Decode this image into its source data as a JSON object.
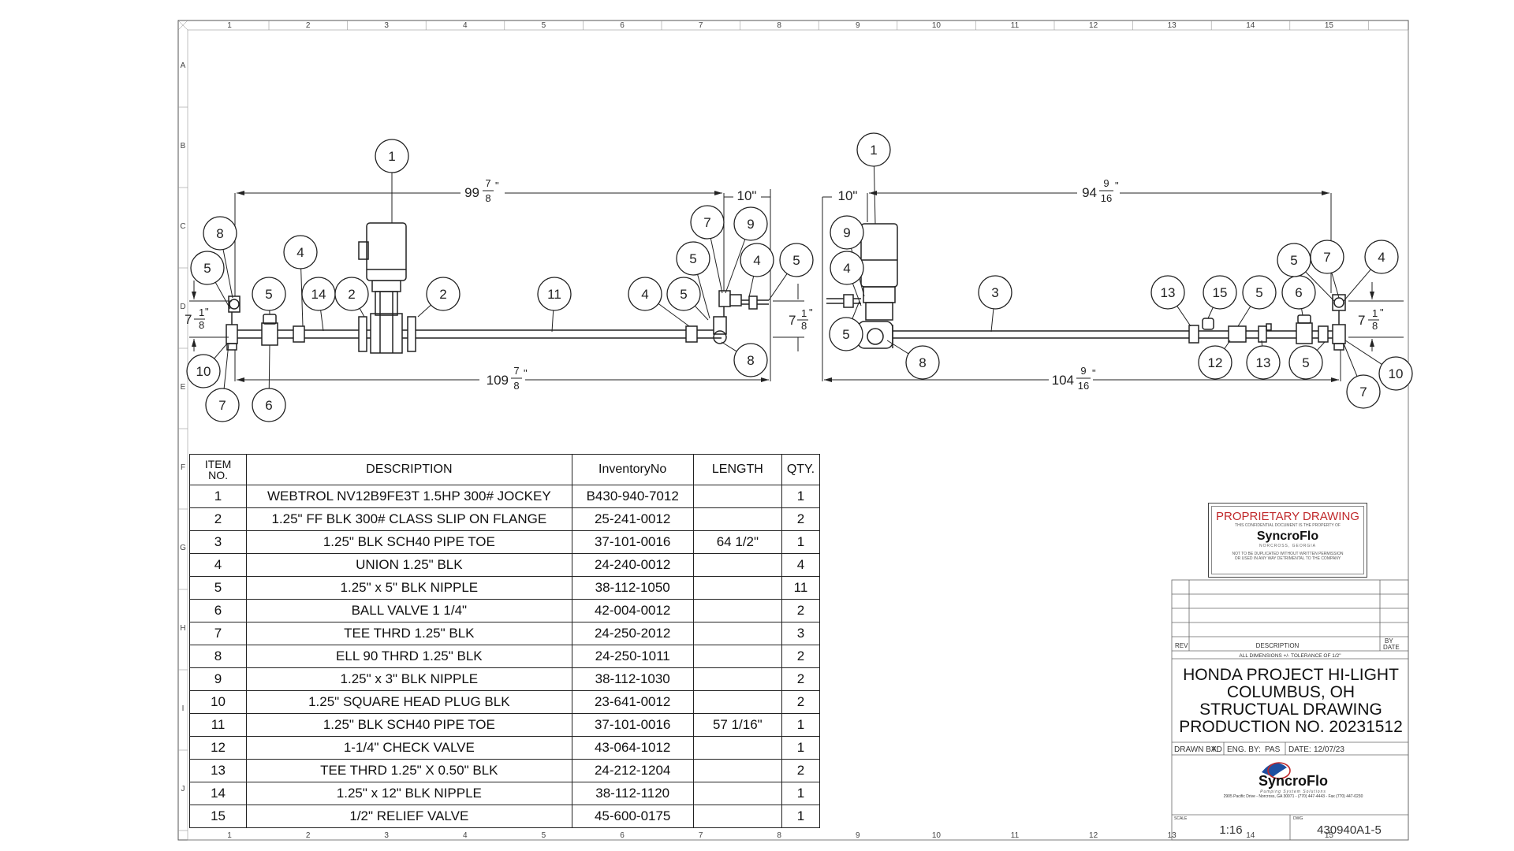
{
  "zone_columns": [
    "1",
    "2",
    "3",
    "4",
    "5",
    "6",
    "7",
    "8",
    "9",
    "10",
    "11",
    "12",
    "13",
    "14",
    "15"
  ],
  "zone_rows": [
    "A",
    "B",
    "C",
    "D",
    "E",
    "F",
    "G",
    "H",
    "I",
    "J"
  ],
  "dimensions": {
    "left_top_whole": "99",
    "left_top_num": "7",
    "left_top_den": "8",
    "left_bottom_whole": "109",
    "left_bottom_num": "7",
    "left_bottom_den": "8",
    "left_ten": "10\"",
    "left_height_whole": "7",
    "left_height_num": "1",
    "left_height_den": "8",
    "left_height_inch": "\"",
    "mid_height_whole": "7",
    "mid_height_num": "1",
    "mid_height_den": "8",
    "mid_height_inch": "\"",
    "right_ten": "10\"",
    "right_top_whole": "94",
    "right_top_num": "9",
    "right_top_den": "16",
    "right_bottom_whole": "104",
    "right_bottom_num": "9",
    "right_bottom_den": "16",
    "right_height_whole": "7",
    "right_height_num": "1",
    "right_height_den": "8",
    "right_height_inch": "\""
  },
  "inch_mark": "\"",
  "balloons": [
    {
      "id": "1",
      "left": "1"
    },
    {
      "id": "8",
      "left": "8"
    },
    {
      "id": "5",
      "left": "5"
    },
    {
      "id": "4",
      "left": "4"
    },
    {
      "id": "5",
      "left": "5"
    },
    {
      "id": "14",
      "left": "14"
    },
    {
      "id": "2",
      "left": "2"
    },
    {
      "id": "2",
      "left": "2"
    },
    {
      "id": "11",
      "left": "11"
    },
    {
      "id": "10",
      "left": "10"
    },
    {
      "id": "7",
      "left": "7"
    },
    {
      "id": "6",
      "left": "6"
    },
    {
      "id": "7",
      "left": "7"
    },
    {
      "id": "9",
      "left": "9"
    },
    {
      "id": "5",
      "left": "5"
    },
    {
      "id": "4",
      "left": "4"
    },
    {
      "id": "5",
      "left": "5"
    },
    {
      "id": "4",
      "left": "4"
    },
    {
      "id": "5",
      "left": "5"
    },
    {
      "id": "8",
      "left": "8"
    }
  ],
  "right_balloons": [
    {
      "id": "1"
    },
    {
      "id": "9"
    },
    {
      "id": "4"
    },
    {
      "id": "5"
    },
    {
      "id": "8"
    },
    {
      "id": "3"
    },
    {
      "id": "13"
    },
    {
      "id": "15"
    },
    {
      "id": "5"
    },
    {
      "id": "6"
    },
    {
      "id": "5"
    },
    {
      "id": "7"
    },
    {
      "id": "4"
    },
    {
      "id": "12"
    },
    {
      "id": "13"
    },
    {
      "id": "5"
    },
    {
      "id": "7"
    },
    {
      "id": "10"
    }
  ],
  "bom": {
    "headers": {
      "item_line1": "ITEM",
      "item_line2": "NO.",
      "description": "DESCRIPTION",
      "inventory": "InventoryNo",
      "length": "LENGTH",
      "qty": "QTY."
    },
    "rows": [
      {
        "item": "1",
        "description": "WEBTROL NV12B9FE3T 1.5HP 300# JOCKEY",
        "inventory": "B430-940-7012",
        "length": "",
        "qty": "1"
      },
      {
        "item": "2",
        "description": "1.25\" FF BLK 300# CLASS SLIP ON FLANGE",
        "inventory": "25-241-0012",
        "length": "",
        "qty": "2"
      },
      {
        "item": "3",
        "description": "1.25\" BLK SCH40 PIPE TOE",
        "inventory": "37-101-0016",
        "length": "64 1/2\"",
        "qty": "1"
      },
      {
        "item": "4",
        "description": "UNION 1.25\" BLK",
        "inventory": "24-240-0012",
        "length": "",
        "qty": "4"
      },
      {
        "item": "5",
        "description": "1.25\" x 5\" BLK NIPPLE",
        "inventory": "38-112-1050",
        "length": "",
        "qty": "11"
      },
      {
        "item": "6",
        "description": "BALL VALVE 1 1/4\"",
        "inventory": "42-004-0012",
        "length": "",
        "qty": "2"
      },
      {
        "item": "7",
        "description": "TEE THRD 1.25\" BLK",
        "inventory": "24-250-2012",
        "length": "",
        "qty": "3"
      },
      {
        "item": "8",
        "description": "ELL 90 THRD 1.25\" BLK",
        "inventory": "24-250-1011",
        "length": "",
        "qty": "2"
      },
      {
        "item": "9",
        "description": "1.25\" x 3\" BLK NIPPLE",
        "inventory": "38-112-1030",
        "length": "",
        "qty": "2"
      },
      {
        "item": "10",
        "description": "1.25\" SQUARE HEAD PLUG BLK",
        "inventory": "23-641-0012",
        "length": "",
        "qty": "2"
      },
      {
        "item": "11",
        "description": "1.25\" BLK SCH40 PIPE TOE",
        "inventory": "37-101-0016",
        "length": "57 1/16\"",
        "qty": "1"
      },
      {
        "item": "12",
        "description": "1-1/4\" CHECK VALVE",
        "inventory": "43-064-1012",
        "length": "",
        "qty": "1"
      },
      {
        "item": "13",
        "description": "TEE THRD 1.25\" X 0.50\" BLK",
        "inventory": "24-212-1204",
        "length": "",
        "qty": "2"
      },
      {
        "item": "14",
        "description": "1.25\" x 12\" BLK NIPPLE",
        "inventory": "38-112-1120",
        "length": "",
        "qty": "1"
      },
      {
        "item": "15",
        "description": "1/2\" RELIEF VALVE",
        "inventory": "45-600-0175",
        "length": "",
        "qty": "1"
      }
    ]
  },
  "proprietary": {
    "title": "PROPRIETARY DRAWING",
    "line1": "THIS CONFIDENTIAL DOCUMENT IS THE PROPERTY OF",
    "brand": "SyncroFlo",
    "city": "NORCROSS, GEORGIA",
    "line2": "NOT TO BE DUPLICATED WITHOUT WRITTEN PERMISSION",
    "line3": "OR USED IN ANY WAY DETRIMENTAL TO THE COMPANY"
  },
  "title_block": {
    "rev_label": "REV",
    "description_label": "DESCRIPTION",
    "by_label": "BY",
    "date_label": "DATE",
    "tolerance": "ALL DIMENSIONS +/- TOLERANCE OF 1/2\"",
    "title_line1": "HONDA PROJECT HI-LIGHT",
    "title_line2": "COLUMBUS, OH",
    "title_line3": "STRUCTUAL DRAWING",
    "title_line4": "PRODUCTION NO. 20231512",
    "drawn_by_label": "DRAWN BY:",
    "drawn_by": "AD",
    "eng_by_label": "ENG. BY:",
    "eng_by": "PAS",
    "date_field_label": "DATE:",
    "date": "12/07/23",
    "brand": "SyncroFlo",
    "tagline": "Pumping System Solutions",
    "address": "2905 Pacific Drive - Norcross, GA 30071 - (770) 447-4443 - Fax (770) 447-0230",
    "scale_label": "SCALE",
    "scale": "1:16",
    "dwg_label": "DWG",
    "drawing_no": "430940A1-5"
  }
}
